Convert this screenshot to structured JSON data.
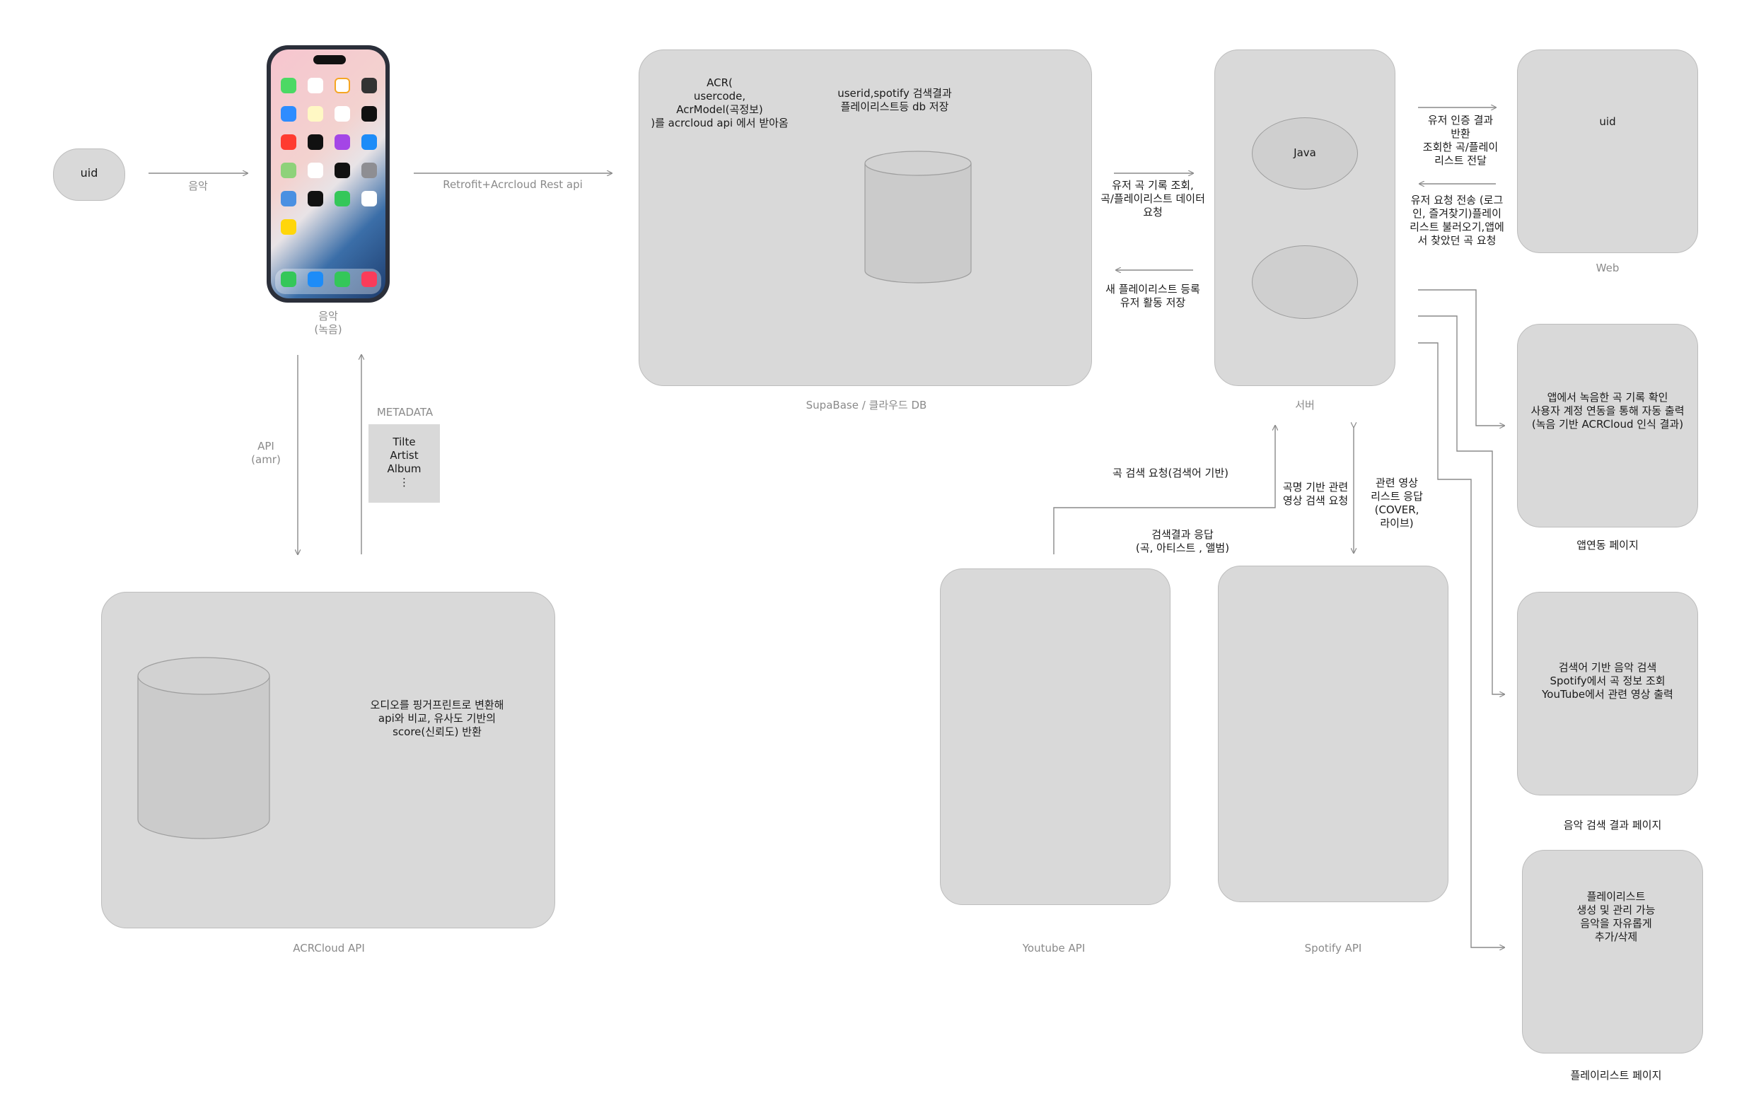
{
  "uid_node": "uid",
  "edge_music": "음악",
  "phone_caption": "음악\n(녹음)",
  "edge_retrofit": "Retrofit+Acrcloud Rest api",
  "supabase": {
    "acr_text": "ACR(\nusercode,\nAcrModel(곡정보)\n)를 acrcloud api 에서 받아옴",
    "db_text": "userid,spotify 검색결과\n플레이리스트등 db 저장",
    "caption": "SupaBase / 클라우드 DB"
  },
  "server": {
    "java": "Java",
    "caption": "서버"
  },
  "edge_user_history": "유저 곡 기록 조회,\n곡/플레이리스트 데이터\n요청",
  "edge_new_playlist": "새 플레이리스트 등록\n유저 활동 저장",
  "edge_auth_result": "유저 인증 결과\n반환\n조회한 곡/플레이\n리스트 전달",
  "edge_user_request": "유저 요청 전송 (로그\n인, 즐겨찾기)플레이\n리스트 불러오기,앱에\n서 찾았던 곡 요청",
  "web": {
    "title": "uid",
    "caption": "Web"
  },
  "app_link": {
    "text": "앱에서 녹음한 곡 기록 확인\n사용자 계정 연동을 통해 자동 출력\n(녹음 기반 ACRCloud 인식 결과)",
    "caption": "앱연동 페이지"
  },
  "music_search": {
    "text": "검색어 기반 음악 검색\nSpotify에서 곡 정보 조회\nYouTube에서 관련 영상 출력",
    "caption": "음악 검색 결과 페이지"
  },
  "playlist": {
    "text": "플레이리스트\n생성 및 관리 가능\n음악을 자유롭게\n추가/삭제",
    "caption": "플레이리스트 페이지"
  },
  "edge_api": "API\n(amr)",
  "metadata": {
    "label": "METADATA",
    "items": "Tilte\nArtist\nAlbum\n⋮"
  },
  "acrcloud": {
    "text": "오디오를 핑거프린트로 변환해\napi와 비교, 유사도 기반의\nscore(신뢰도) 반환",
    "caption": "ACRCloud API"
  },
  "edge_song_search": "곡 검색 요청(검색어 기반)",
  "edge_title_video": "곡명 기반 관련\n영상 검색 요청",
  "edge_related_video": "관련 영상\n리스트 응답\n(COVER,\n라이브)",
  "edge_search_result": "검색결과 응답\n(곡, 아티스트 , 앨범)",
  "youtube_caption": "Youtube API",
  "spotify_caption": "Spotify API",
  "colors": {
    "box": "#d9d9d9",
    "line": "#8a8a8a",
    "caption": "#8a8a8a"
  }
}
